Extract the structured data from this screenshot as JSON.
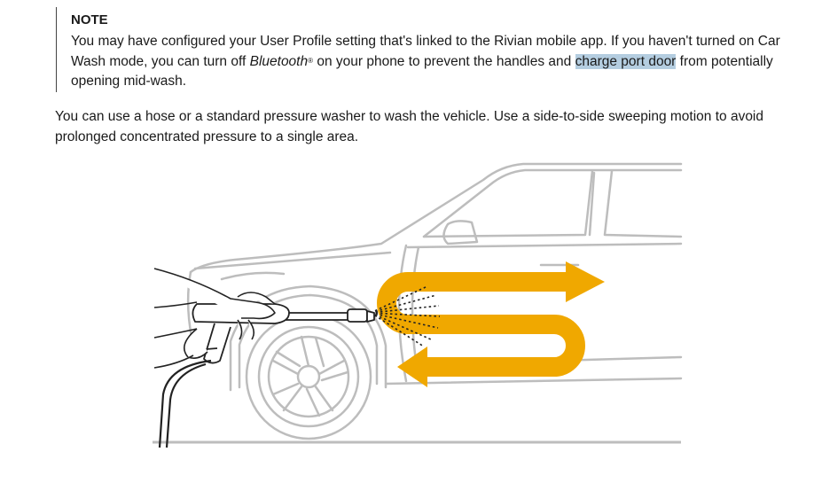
{
  "note": {
    "title": "NOTE",
    "text_part1": "You may have configured your User Profile setting that's linked to the Rivian mobile app. If you haven't turned on Car Wash mode, you can turn off ",
    "bluetooth": "Bluetooth",
    "registered": "®",
    "text_part2": " on your phone to prevent the handles and ",
    "highlighted": "charge port door",
    "text_part3": " from potentially opening mid-wash."
  },
  "paragraph": "You can use a hose or a standard pressure washer to wash the vehicle. Use a side-to-side sweeping motion to avoid prolonged concentrated pressure to a single area.",
  "colors": {
    "arrow": "#f0a800",
    "line_art": "#bdbdbd",
    "dark_line": "#222222",
    "highlight": "#b4cde0"
  }
}
